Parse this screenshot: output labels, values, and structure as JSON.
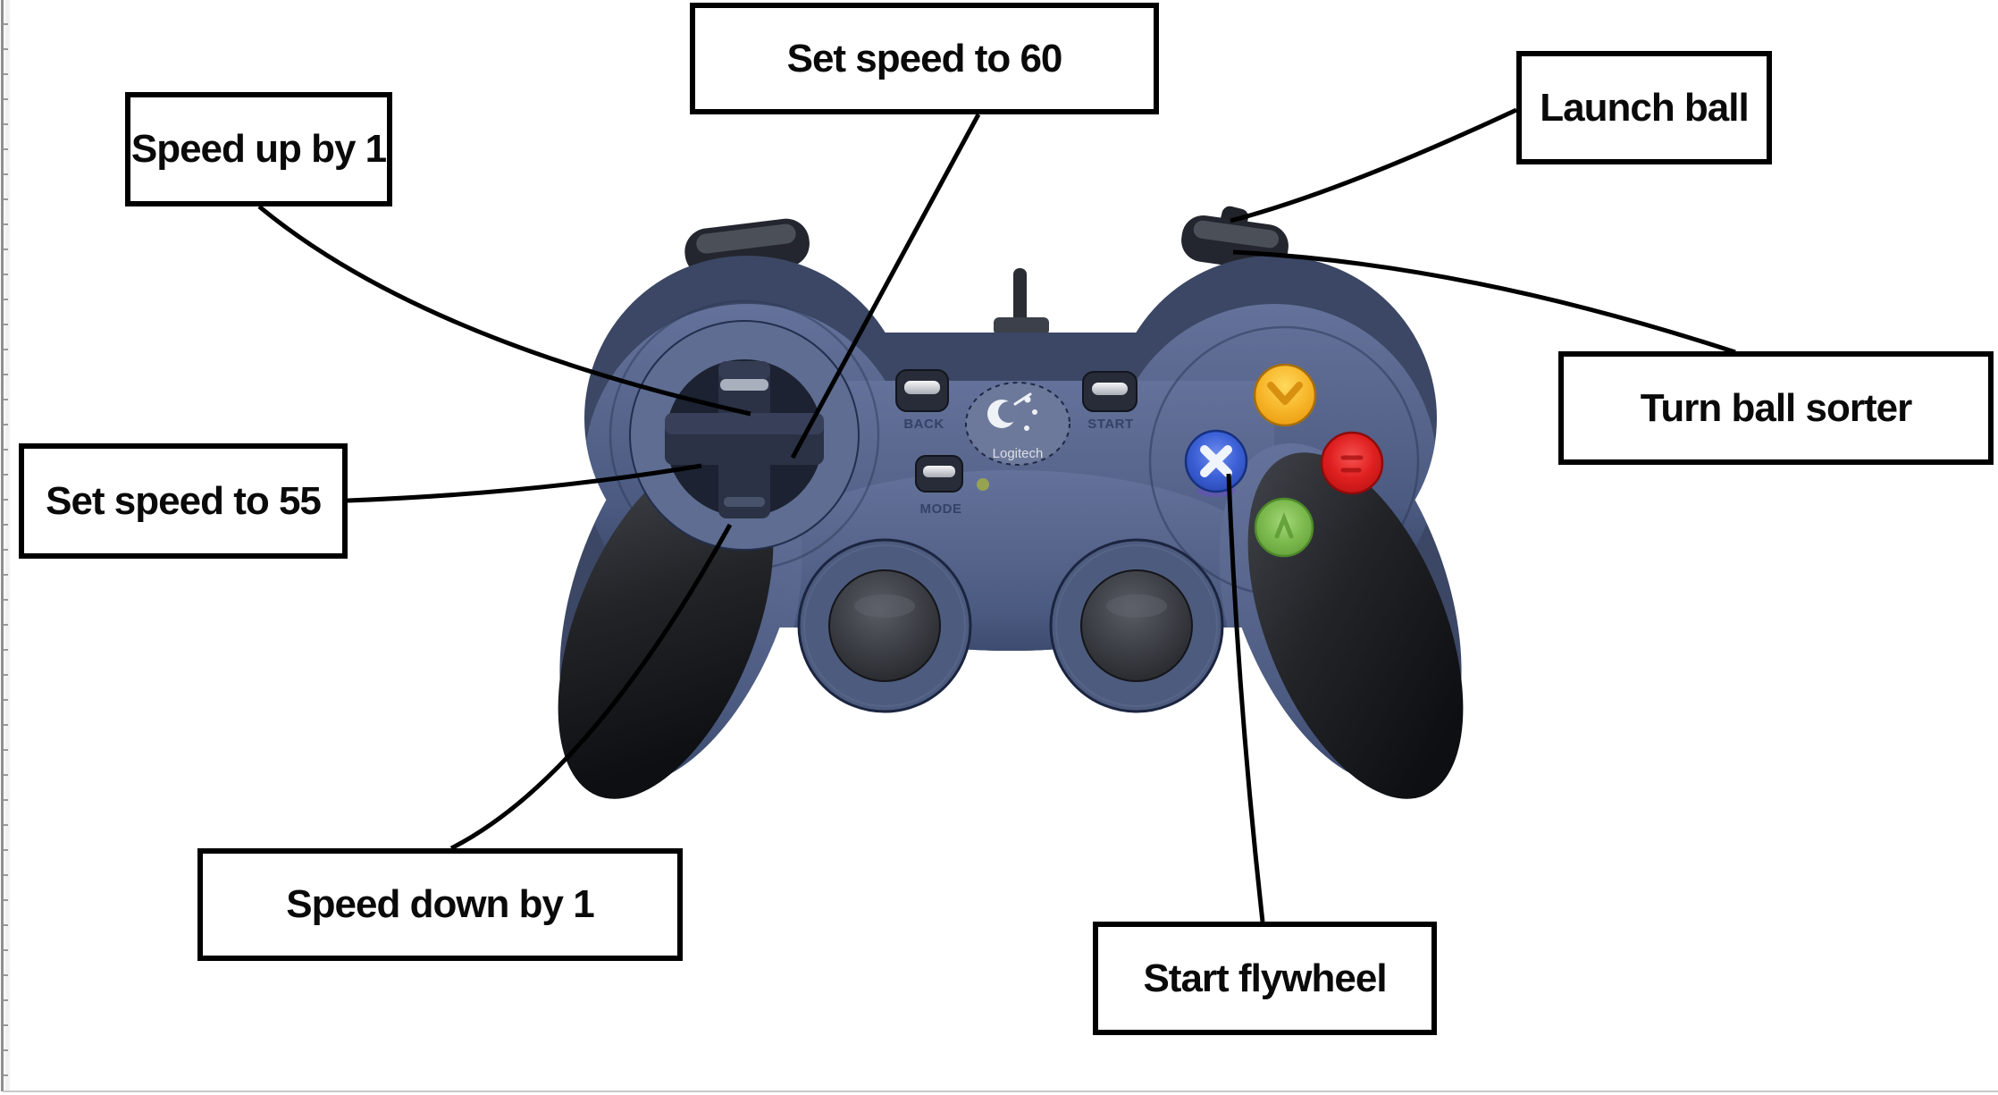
{
  "canvas": {
    "background": "#ffffff",
    "ruler_color": "#8f8f8f",
    "bottom_line_color": "#c8c8c8",
    "connector_color": "#000000",
    "callout_border_color": "#000000",
    "callout_fill_color": "#ffffff"
  },
  "labels": {
    "speed_up": {
      "text": "Speed up by 1"
    },
    "set_speed_60": {
      "text": "Set speed to 60"
    },
    "launch_ball": {
      "text": "Launch ball"
    },
    "turn_ball_sorter": {
      "text": "Turn ball sorter"
    },
    "set_speed_55": {
      "text": "Set speed to 55"
    },
    "speed_down": {
      "text": "Speed down by 1"
    },
    "start_flywheel": {
      "text": "Start flywheel"
    }
  },
  "gamepad": {
    "small_labels": {
      "back": "BACK",
      "start": "START",
      "mode": "MODE",
      "brand": "Logitech"
    },
    "colors": {
      "top_shell": "#3b4764",
      "body": "#56648a",
      "grip_pad": "#17191d",
      "dpad_recess": "#1c2231",
      "dpad_cross": "#2b3246",
      "button_yellow": "#f2a31b",
      "button_blue": "#2f55c4",
      "button_red": "#d41616",
      "button_green": "#76b84a",
      "led": "#97a351"
    }
  }
}
